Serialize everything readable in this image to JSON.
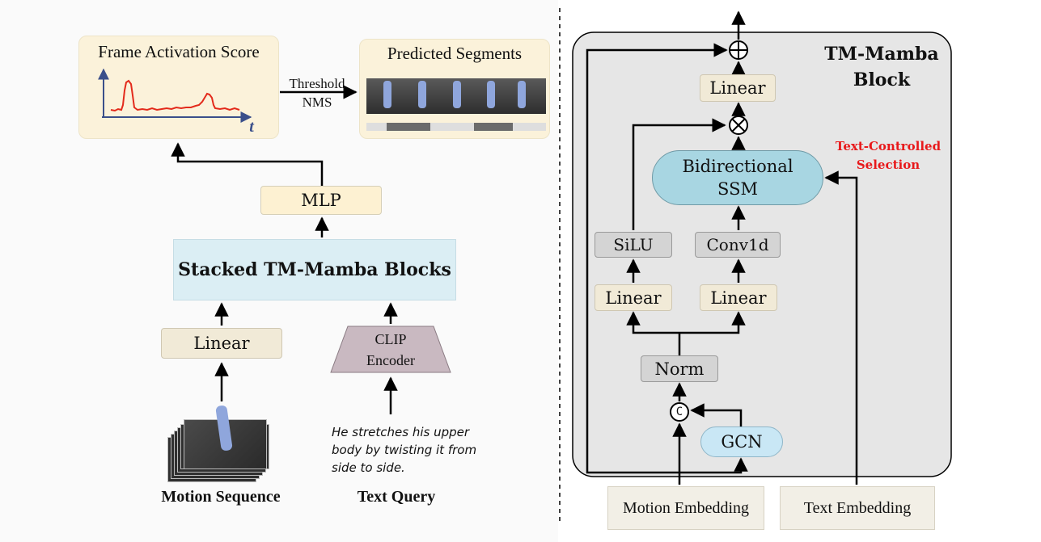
{
  "left": {
    "score_panel": {
      "title": "Frame Activation Score",
      "axis_label": "t"
    },
    "arrow_label": {
      "line1": "Threshold",
      "line2": "NMS"
    },
    "segments_panel": {
      "title": "Predicted Segments"
    },
    "mlp": "MLP",
    "stacked": "Stacked TM-Mamba Blocks",
    "linear": "Linear",
    "clip": {
      "line1": "CLIP",
      "line2": "Encoder"
    },
    "query_text": "He stretches his upper body by twisting it from side to side.",
    "motion_caption": "Motion Sequence",
    "query_caption": "Text Query"
  },
  "right": {
    "block_title_1": "TM-Mamba",
    "block_title_2": "Block",
    "linear_top": "Linear",
    "ssm_line1": "Bidirectional",
    "ssm_line2": "SSM",
    "tcs_line1": "Text-Controlled",
    "tcs_line2": "Selection",
    "silu": "SiLU",
    "conv": "Conv1d",
    "linear_left": "Linear",
    "linear_right": "Linear",
    "norm": "Norm",
    "concat_symbol": "C",
    "gcn": "GCN",
    "motion_emb": "Motion Embedding",
    "text_emb": "Text Embedding"
  },
  "colors": {
    "cream": "#f1ead7",
    "gray": "#d4d4d4",
    "stacked": "#dbeef4",
    "ssm": "#a8d6e2",
    "gcn": "#c9e7f5",
    "clip": "#c9b9c1",
    "tcs": "#e8191b",
    "score_line": "#e32a1b"
  }
}
